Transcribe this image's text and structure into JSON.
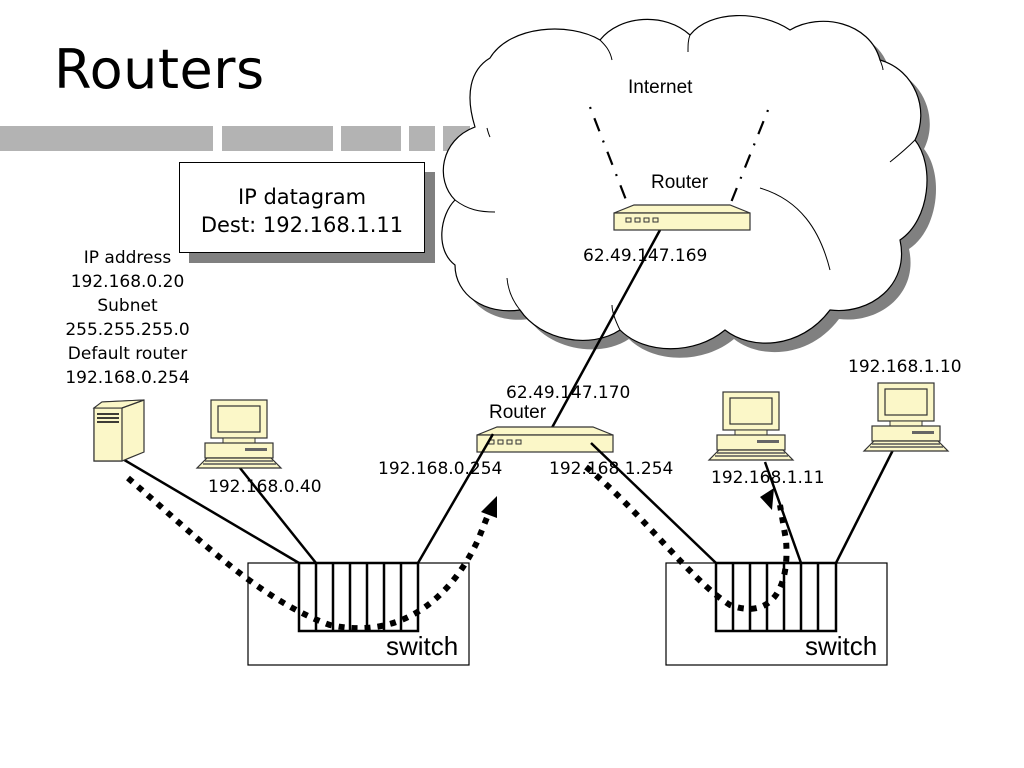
{
  "slide": {
    "title": "Routers"
  },
  "datagram": {
    "line1": "IP datagram",
    "line2": "Dest: 192.168.1.11"
  },
  "host_info": {
    "lines": [
      "IP address",
      "192.168.0.20",
      "Subnet",
      "255.255.255.0",
      "Default router",
      "192.168.0.254"
    ]
  },
  "internet": {
    "label": "Internet",
    "router_label": "Router",
    "router_ip": "62.49.147.169"
  },
  "local_router": {
    "label": "Router",
    "wan_ip": "62.49.147.170",
    "lan0_ip": "192.168.0.254",
    "lan1_ip": "192.168.1.254"
  },
  "hosts": {
    "server_0": {
      "icon": "server-icon"
    },
    "pc_0_40": {
      "ip": "192.168.0.40",
      "icon": "desktop-computer-icon"
    },
    "pc_1_11": {
      "ip": "192.168.1.11",
      "icon": "desktop-computer-icon"
    },
    "pc_1_10": {
      "ip": "192.168.1.10",
      "icon": "desktop-computer-icon"
    }
  },
  "switches": {
    "left": {
      "label": "switch"
    },
    "right": {
      "label": "switch"
    }
  },
  "colors": {
    "device_fill": "#fbf7c8",
    "device_stroke": "#333333",
    "title_bar": "#b3b3b3",
    "shadow": "#808080"
  }
}
